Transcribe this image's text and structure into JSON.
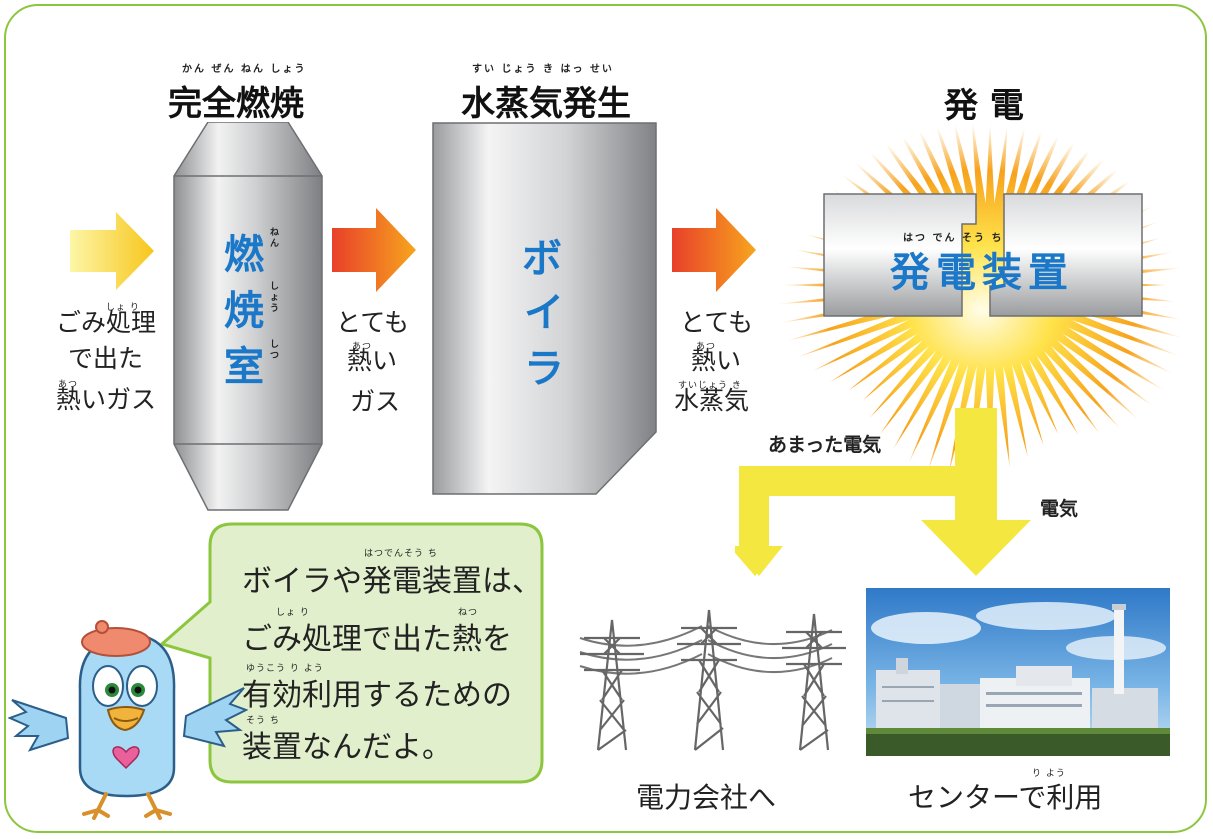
{
  "titles": {
    "combustion": {
      "ruby": "かん ぜん ねん しょう",
      "text": "完全燃焼"
    },
    "steam": {
      "ruby": "すい じょう き  はっ せい",
      "text": "水蒸気発生"
    },
    "power": {
      "text": "発 電"
    }
  },
  "furnace": {
    "chars": [
      "燃",
      "焼",
      "室"
    ],
    "ruby": [
      "ね ん",
      "しょう",
      "し つ"
    ]
  },
  "boiler": {
    "chars": [
      "ボ",
      "イ",
      "ラ"
    ]
  },
  "generator": {
    "ruby": "はつ  でん  そう  ち",
    "text": "発電装置"
  },
  "labels": {
    "gas_in": {
      "ruby1": "しょ り",
      "line1": "ごみ処理",
      "line2": "で出た",
      "ruby3": "あつ",
      "line3": "熱いガス"
    },
    "hot_gas": {
      "line1": "とても",
      "ruby2": "あつ",
      "line2": "熱い",
      "line3": "ガス"
    },
    "hot_steam": {
      "line1": "とても",
      "ruby2": "あつ",
      "line2": "熱い",
      "ruby3": "すいじょう き",
      "line3": "水蒸気"
    }
  },
  "flows": {
    "surplus": "あまった電気",
    "electricity": "電気"
  },
  "bubble": {
    "ruby1": "はつでんそう ち",
    "line1": "ボイラや発電装置は、",
    "ruby2a": "しょ り",
    "ruby2b": "ねつ",
    "line2": "ごみ処理で出た熱を",
    "ruby3": "ゆうこう り よう",
    "line3": "有効利用するための",
    "ruby4": "そう ち",
    "line4": "装置なんだよ。"
  },
  "captions": {
    "power_company": "電力会社へ",
    "center_ruby": "り よう",
    "center": "センターで利用"
  },
  "colors": {
    "frame": "#8cc63f",
    "blue_text": "#1b78c8",
    "yellow_arrow": "#f4e840",
    "bubble_bg": "#e1efcc"
  },
  "icons": [
    "yellow-arrow-icon",
    "orange-arrow-icon",
    "burst-icon",
    "power-tower-icon",
    "bird-mascot-icon",
    "heart-icon"
  ]
}
